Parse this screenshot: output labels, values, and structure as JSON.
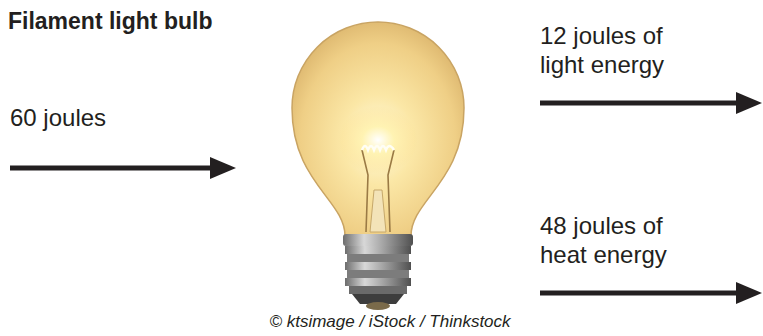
{
  "diagram": {
    "title": "Filament light bulb",
    "caption": "© ktsimage / iStock / Thinkstock",
    "labels": [
      "60 joules",
      "12 joules of light energy",
      "48 joules of heat energy"
    ]
  }
}
